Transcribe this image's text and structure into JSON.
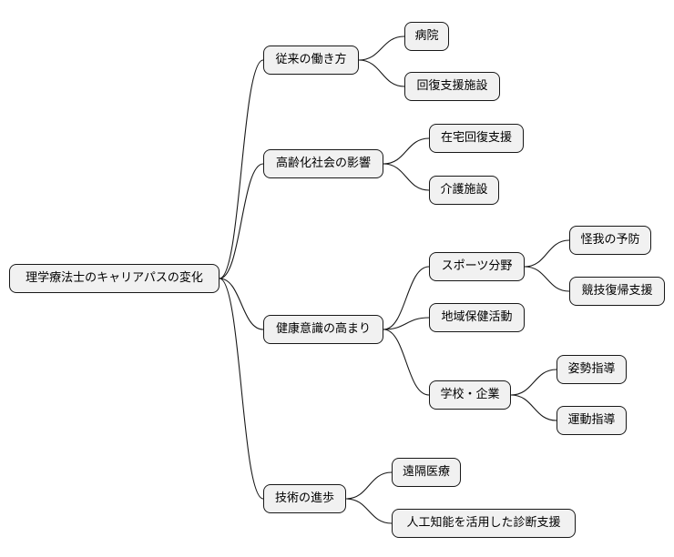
{
  "root": "理学療法士のキャリアパスの変化",
  "branches": [
    {
      "label": "従来の働き方",
      "children": [
        {
          "label": "病院"
        },
        {
          "label": "回復支援施設"
        }
      ]
    },
    {
      "label": "高齢化社会の影響",
      "children": [
        {
          "label": "在宅回復支援"
        },
        {
          "label": "介護施設"
        }
      ]
    },
    {
      "label": "健康意識の高まり",
      "children": [
        {
          "label": "スポーツ分野",
          "children": [
            {
              "label": "怪我の予防"
            },
            {
              "label": "競技復帰支援"
            }
          ]
        },
        {
          "label": "地域保健活動"
        },
        {
          "label": "学校・企業",
          "children": [
            {
              "label": "姿勢指導"
            },
            {
              "label": "運動指導"
            }
          ]
        }
      ]
    },
    {
      "label": "技術の進歩",
      "children": [
        {
          "label": "遠隔医療"
        },
        {
          "label": "人工知能を活用した診断支援"
        }
      ]
    }
  ]
}
